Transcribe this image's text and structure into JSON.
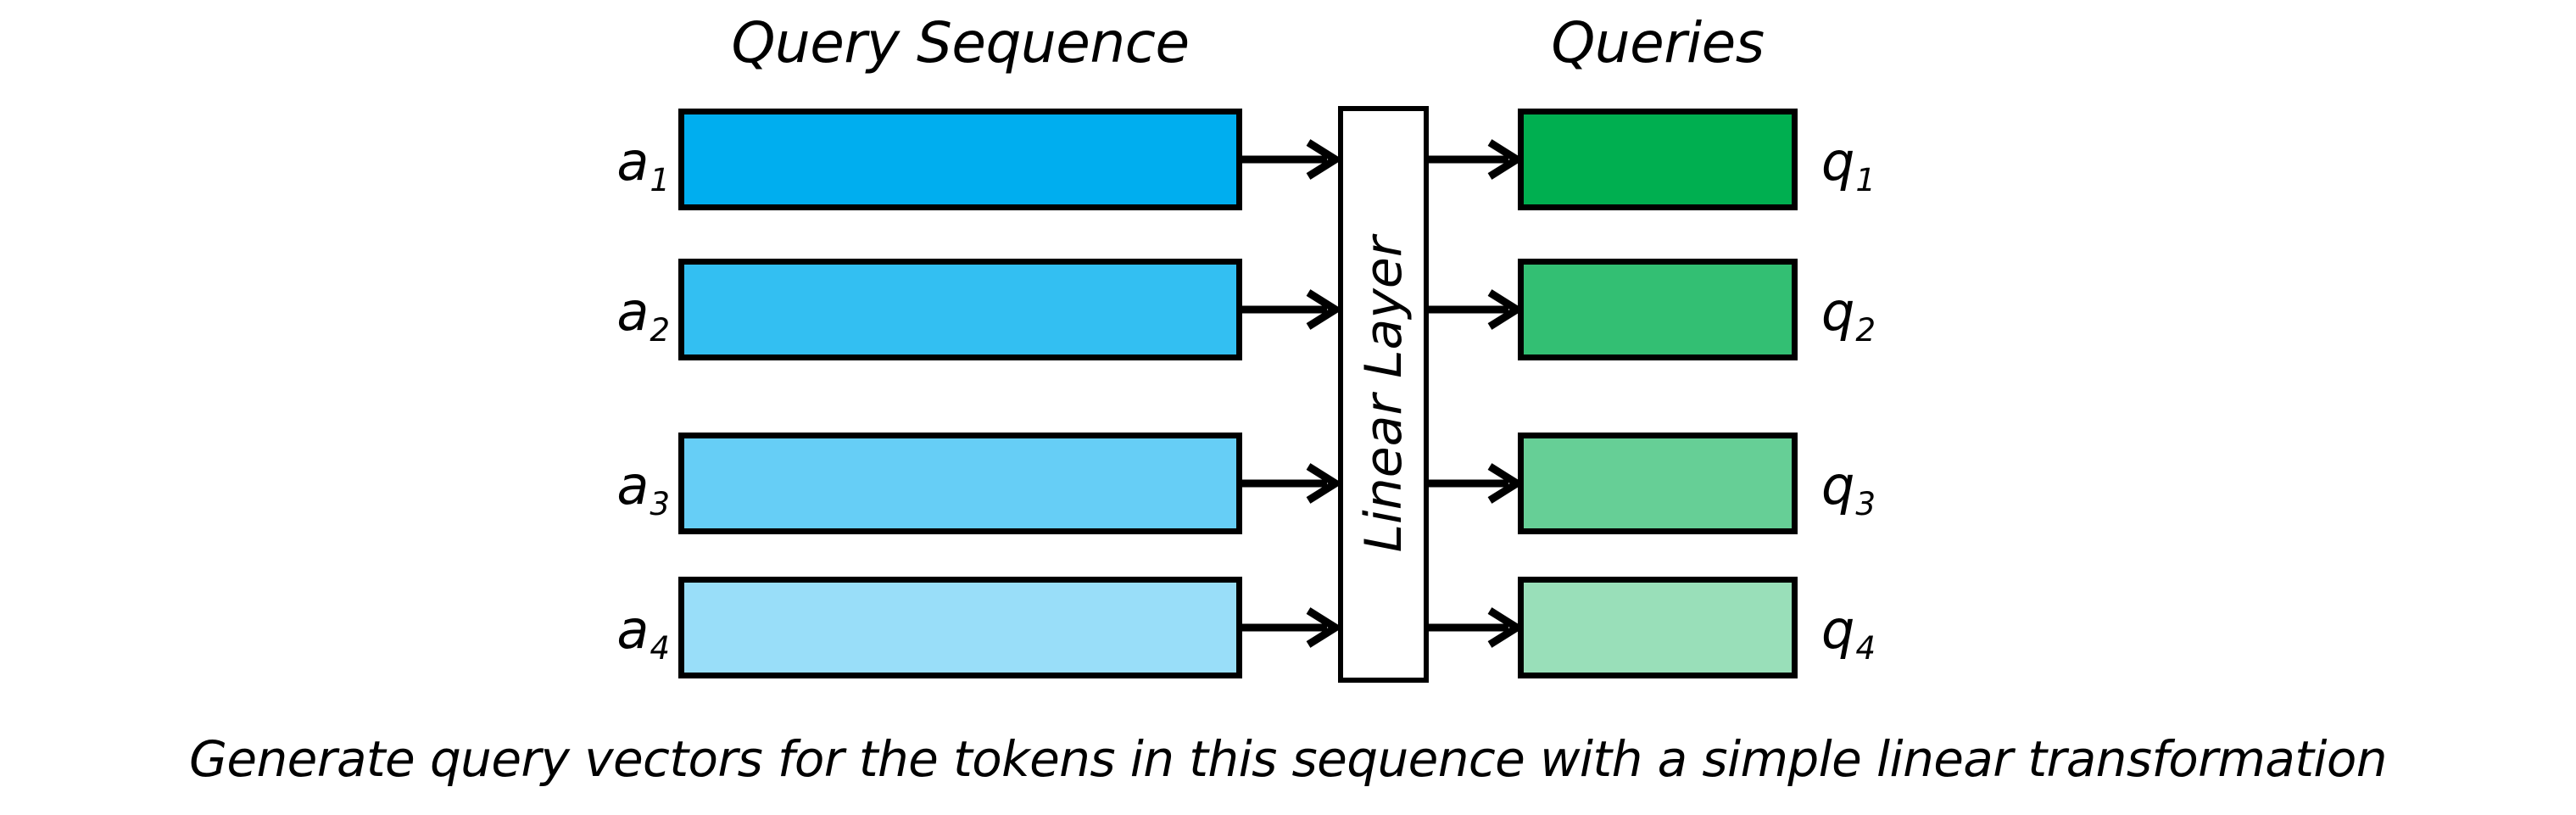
{
  "figure": {
    "caption": "Generate query vectors for the tokens in this sequence with a simple linear transformation",
    "background_color": "#FFFFFF",
    "outline_color": "#000000"
  },
  "columns": {
    "input_title": "Query Sequence",
    "output_title": "Queries"
  },
  "linear_layer": {
    "label": "Linear Layer",
    "fill_color": "#FFFFFF",
    "border_color": "#000000"
  },
  "rows": [
    {
      "input_label": "a",
      "input_subscript": "1",
      "input_color": "#00AEEF",
      "output_label": "q",
      "output_subscript": "1",
      "output_color": "#00AF50",
      "arrow_in": "arrow-right-icon",
      "arrow_out": "arrow-right-icon"
    },
    {
      "input_label": "a",
      "input_subscript": "2",
      "input_color": "#33BFF2",
      "output_label": "q",
      "output_subscript": "2",
      "output_color": "#33BF73",
      "arrow_in": "arrow-right-icon",
      "arrow_out": "arrow-right-icon"
    },
    {
      "input_label": "a",
      "input_subscript": "3",
      "input_color": "#66CEF6",
      "output_label": "q",
      "output_subscript": "3",
      "output_color": "#66CF96",
      "arrow_in": "arrow-right-icon",
      "arrow_out": "arrow-right-icon"
    },
    {
      "input_label": "a",
      "input_subscript": "4",
      "input_color": "#99DEF9",
      "output_label": "q",
      "output_subscript": "4",
      "output_color": "#99DFB9",
      "arrow_in": "arrow-right-icon",
      "arrow_out": "arrow-right-icon"
    }
  ]
}
